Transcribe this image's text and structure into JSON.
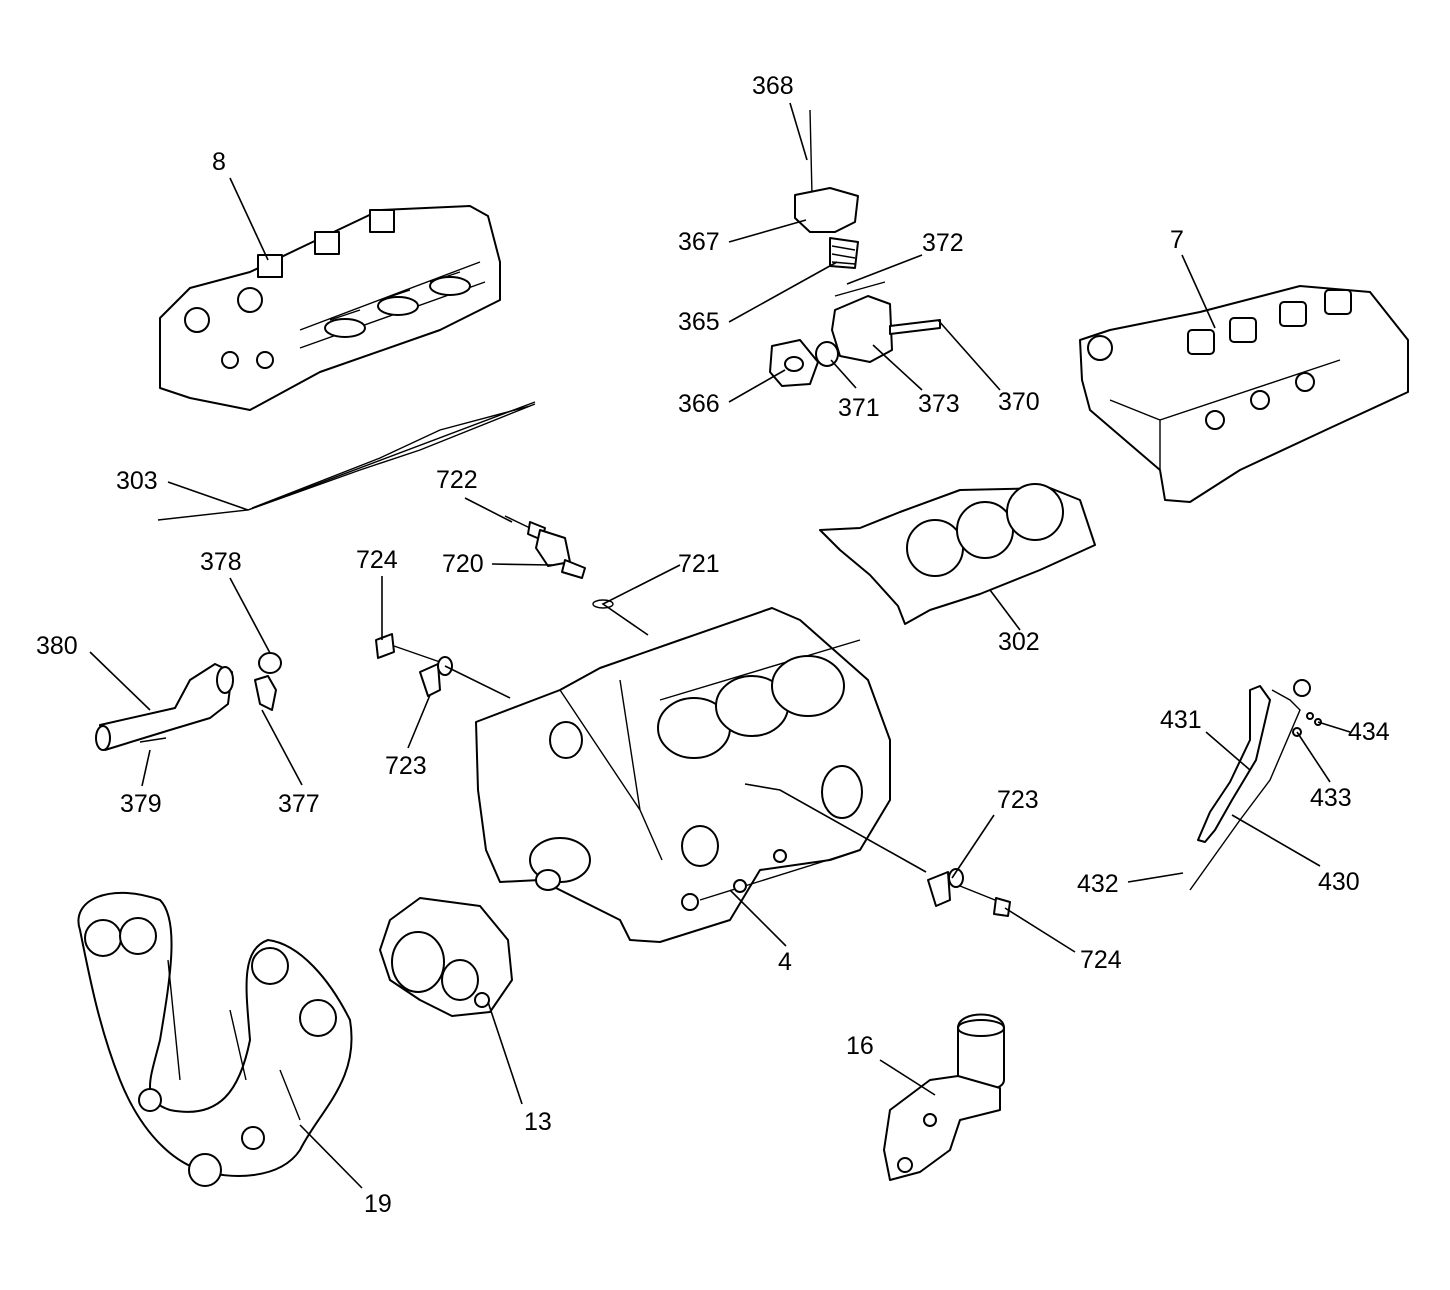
{
  "callouts": {
    "c8": "8",
    "c368": "368",
    "c367": "367",
    "c372": "372",
    "c365": "365",
    "c366": "366",
    "c371": "371",
    "c373": "373",
    "c370": "370",
    "c7": "7",
    "c303": "303",
    "c722": "722",
    "c720": "720",
    "c721": "721",
    "c724a": "724",
    "c378": "378",
    "c380": "380",
    "c302": "302",
    "c723a": "723",
    "c379": "379",
    "c377": "377",
    "c431": "431",
    "c434": "434",
    "c433": "433",
    "c723b": "723",
    "c432": "432",
    "c430": "430",
    "c4": "4",
    "c724b": "724",
    "c16": "16",
    "c13": "13",
    "c19": "19"
  },
  "colors": {
    "ink": "#000000",
    "paper": "#ffffff"
  }
}
